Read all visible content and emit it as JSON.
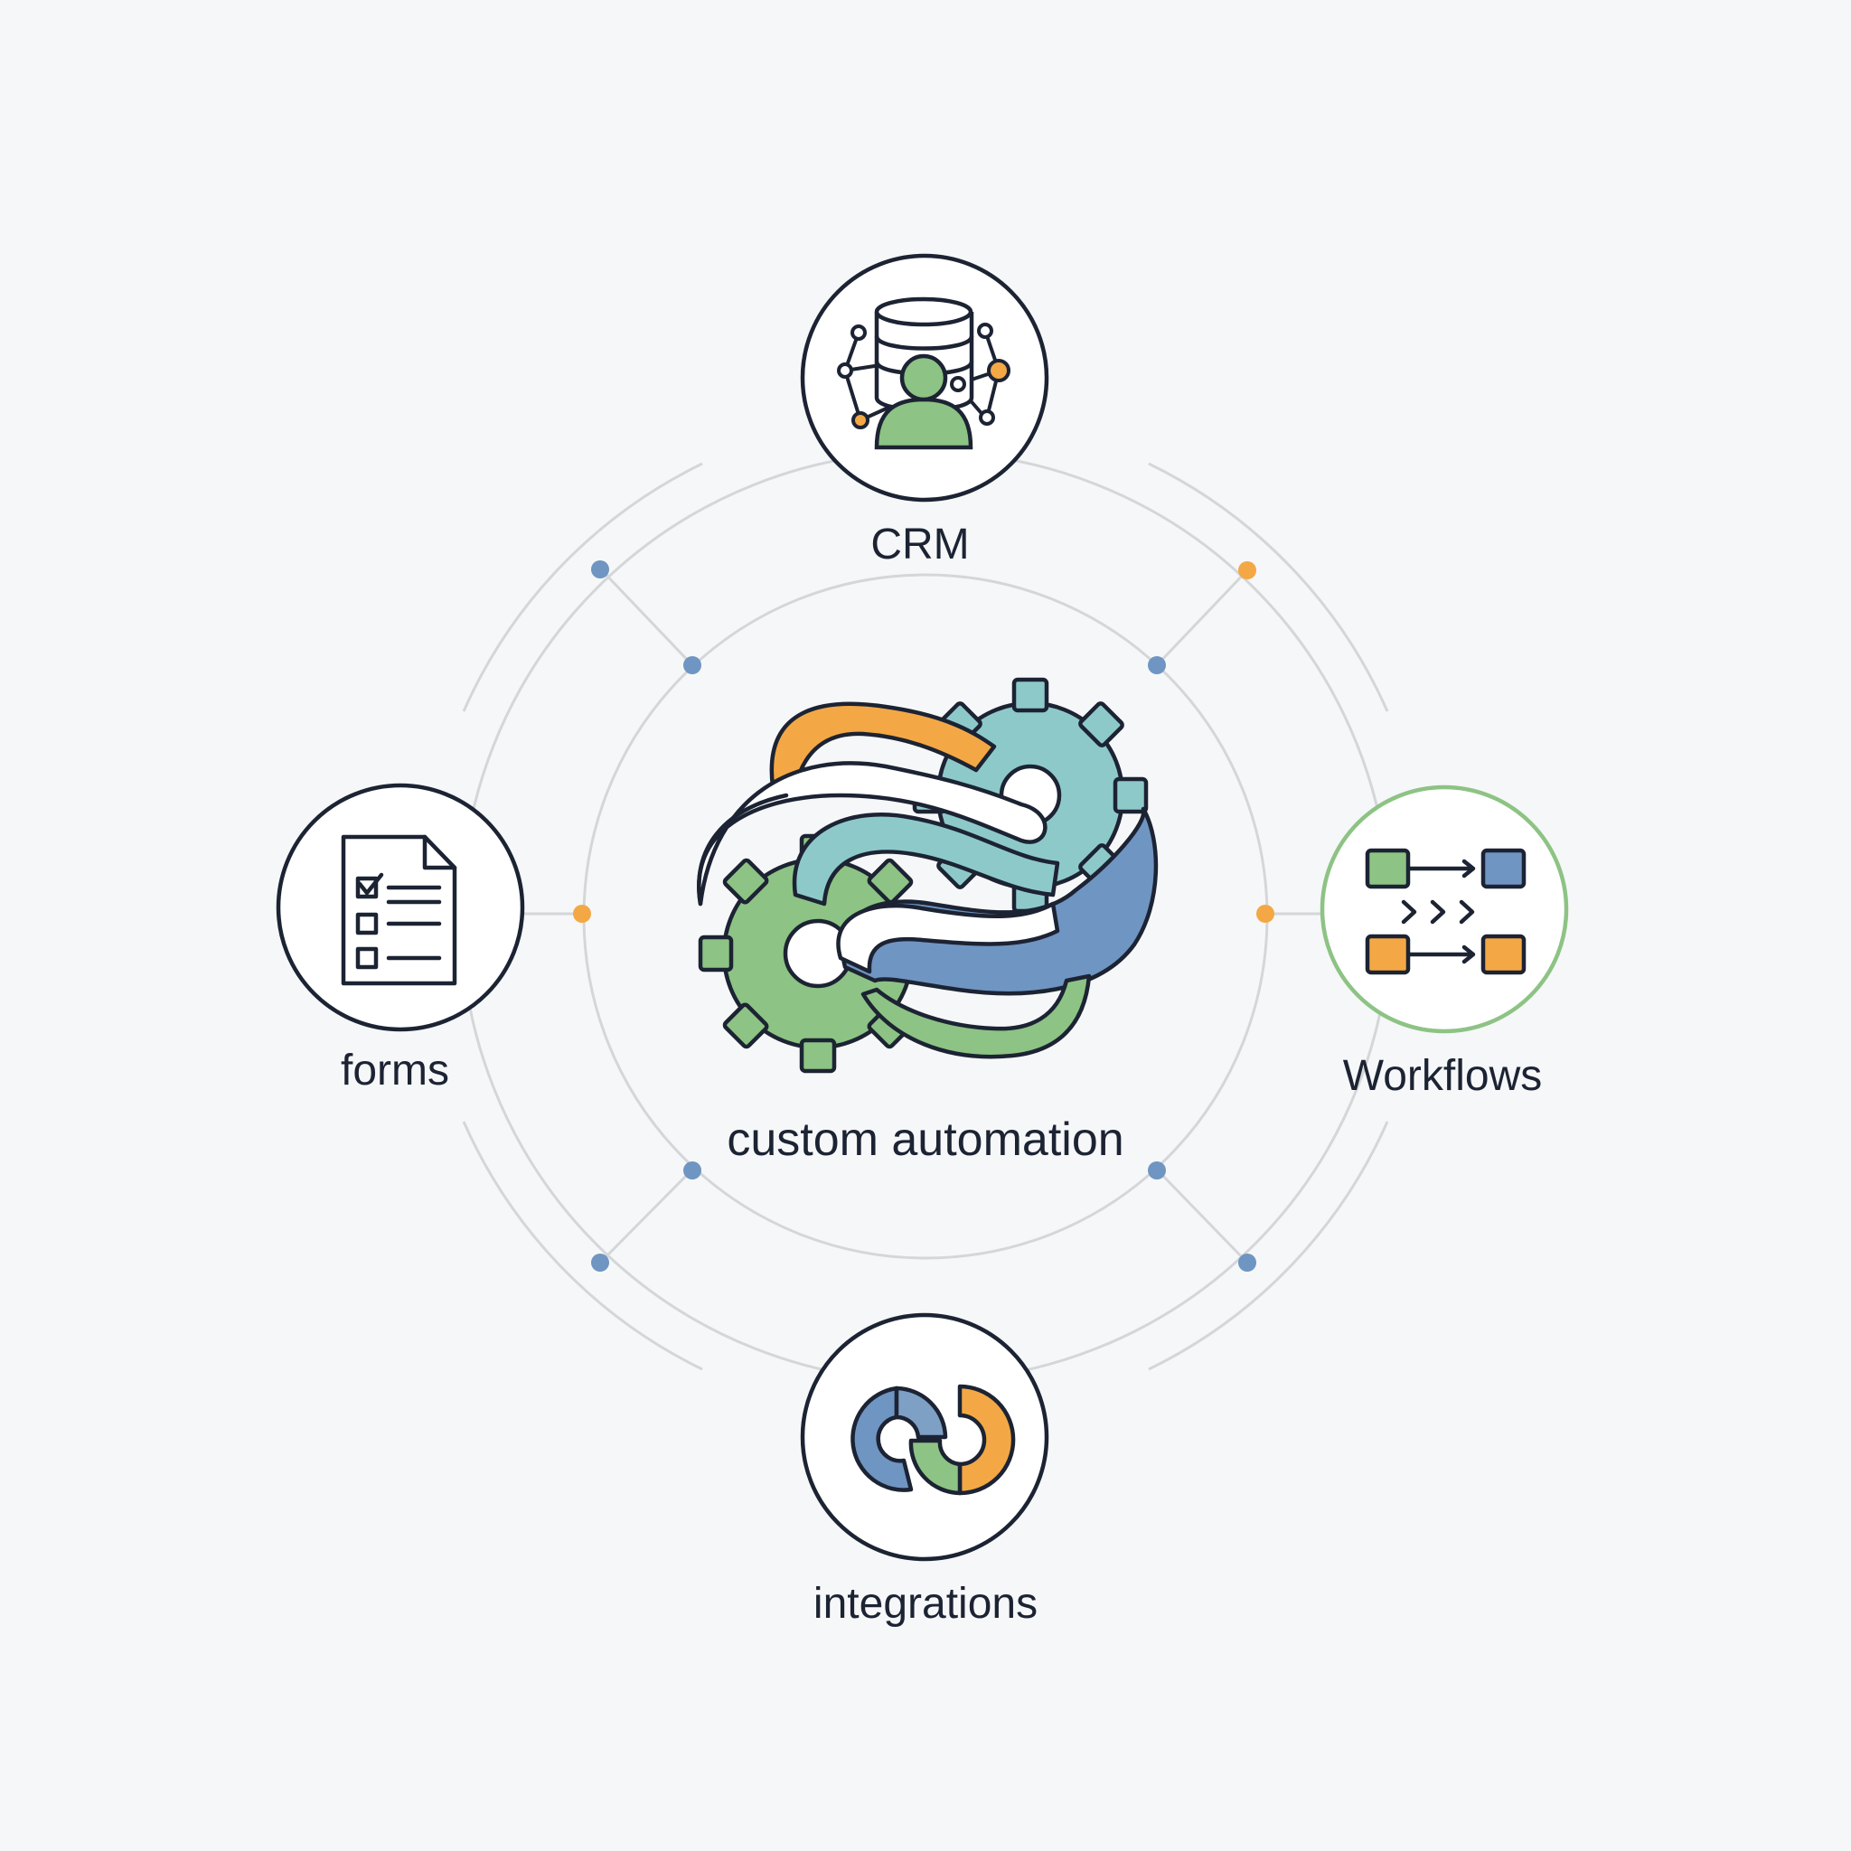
{
  "center": {
    "label": "custom automation",
    "icon": "gears-ribbon-icon"
  },
  "nodes": [
    {
      "id": "crm",
      "label": "CRM",
      "icon": "database-user-network-icon",
      "border_color": "#1c2333"
    },
    {
      "id": "forms",
      "label": "forms",
      "icon": "checklist-document-icon",
      "border_color": "#1c2333"
    },
    {
      "id": "workflows",
      "label": "Workflows",
      "icon": "flowchart-icon",
      "border_color": "#8dc384"
    },
    {
      "id": "integrations",
      "label": "integrations",
      "icon": "interlocking-rings-icon",
      "border_color": "#1c2333"
    }
  ],
  "colors": {
    "orange": "#f3a845",
    "blue": "#6f95c2",
    "green": "#8dc384",
    "teal": "#8ec9ca",
    "ink": "#1c2333",
    "ring": "#d4d6d9",
    "background": "#f6f7f8"
  }
}
